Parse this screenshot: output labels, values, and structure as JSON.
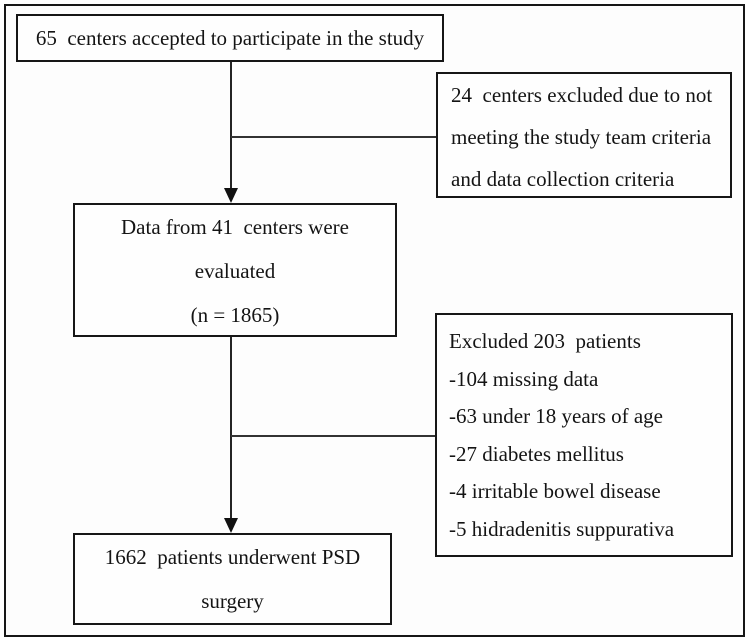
{
  "figure": {
    "type": "study-flow-diagram",
    "background": "#ffffff",
    "border_color": "#161616",
    "text_color": "#141414",
    "arrowhead_style": "filled-down-triangle"
  },
  "flowchart": {
    "boxes": [
      {
        "id": "centers-accepted",
        "align": "center",
        "lines": [
          "65  centers accepted to participate in the study"
        ]
      },
      {
        "id": "centers-excluded",
        "align": "left",
        "lines": [
          "24  centers excluded due to not",
          "meeting the study team criteria",
          "and data collection criteria"
        ]
      },
      {
        "id": "data-evaluated",
        "align": "center",
        "lines": [
          "Data from 41  centers were",
          "evaluated",
          "(n = 1865)"
        ]
      },
      {
        "id": "patients-excluded",
        "align": "left",
        "lines": [
          "Excluded 203  patients",
          "-104 missing data",
          "-63 under 18 years of age",
          "-27 diabetes mellitus",
          "-4 irritable bowel disease",
          "-5 hidradenitis suppurativa"
        ]
      },
      {
        "id": "psd-surgery",
        "align": "center",
        "lines": [
          "1662  patients underwent PSD",
          "surgery"
        ]
      }
    ],
    "connectors": [
      {
        "from": "centers-accepted",
        "to": "data-evaluated",
        "type": "arrow-down"
      },
      {
        "from": "centers-accepted",
        "to": "centers-excluded",
        "type": "branch-right"
      },
      {
        "from": "data-evaluated",
        "to": "psd-surgery",
        "type": "arrow-down"
      },
      {
        "from": "data-evaluated",
        "to": "patients-excluded",
        "type": "branch-right"
      }
    ]
  }
}
